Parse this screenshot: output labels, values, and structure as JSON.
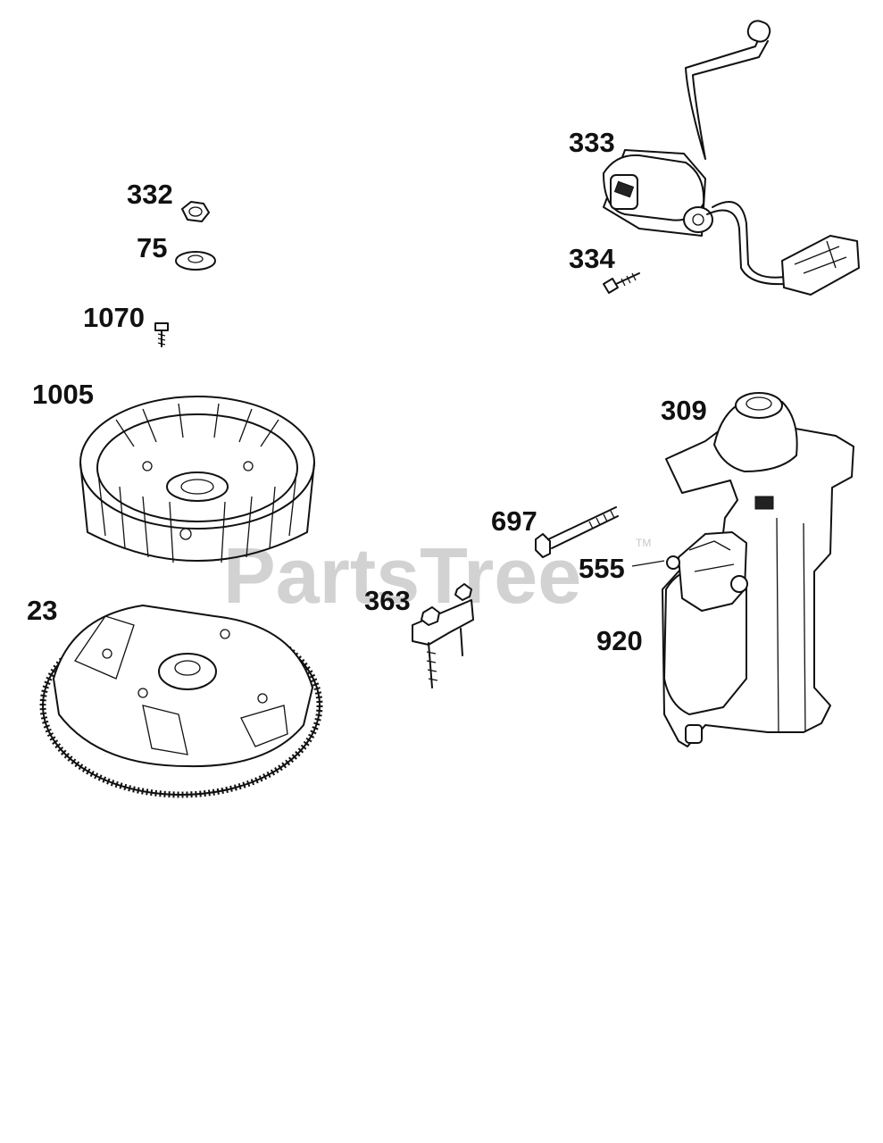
{
  "watermark": {
    "text": "PartsTree",
    "trademark": "TM"
  },
  "callouts": {
    "p332": "332",
    "p75": "75",
    "p1070": "1070",
    "p1005": "1005",
    "p23": "23",
    "p333": "333",
    "p334": "334",
    "p309": "309",
    "p697": "697",
    "p555": "555",
    "p363": "363",
    "p920": "920"
  }
}
